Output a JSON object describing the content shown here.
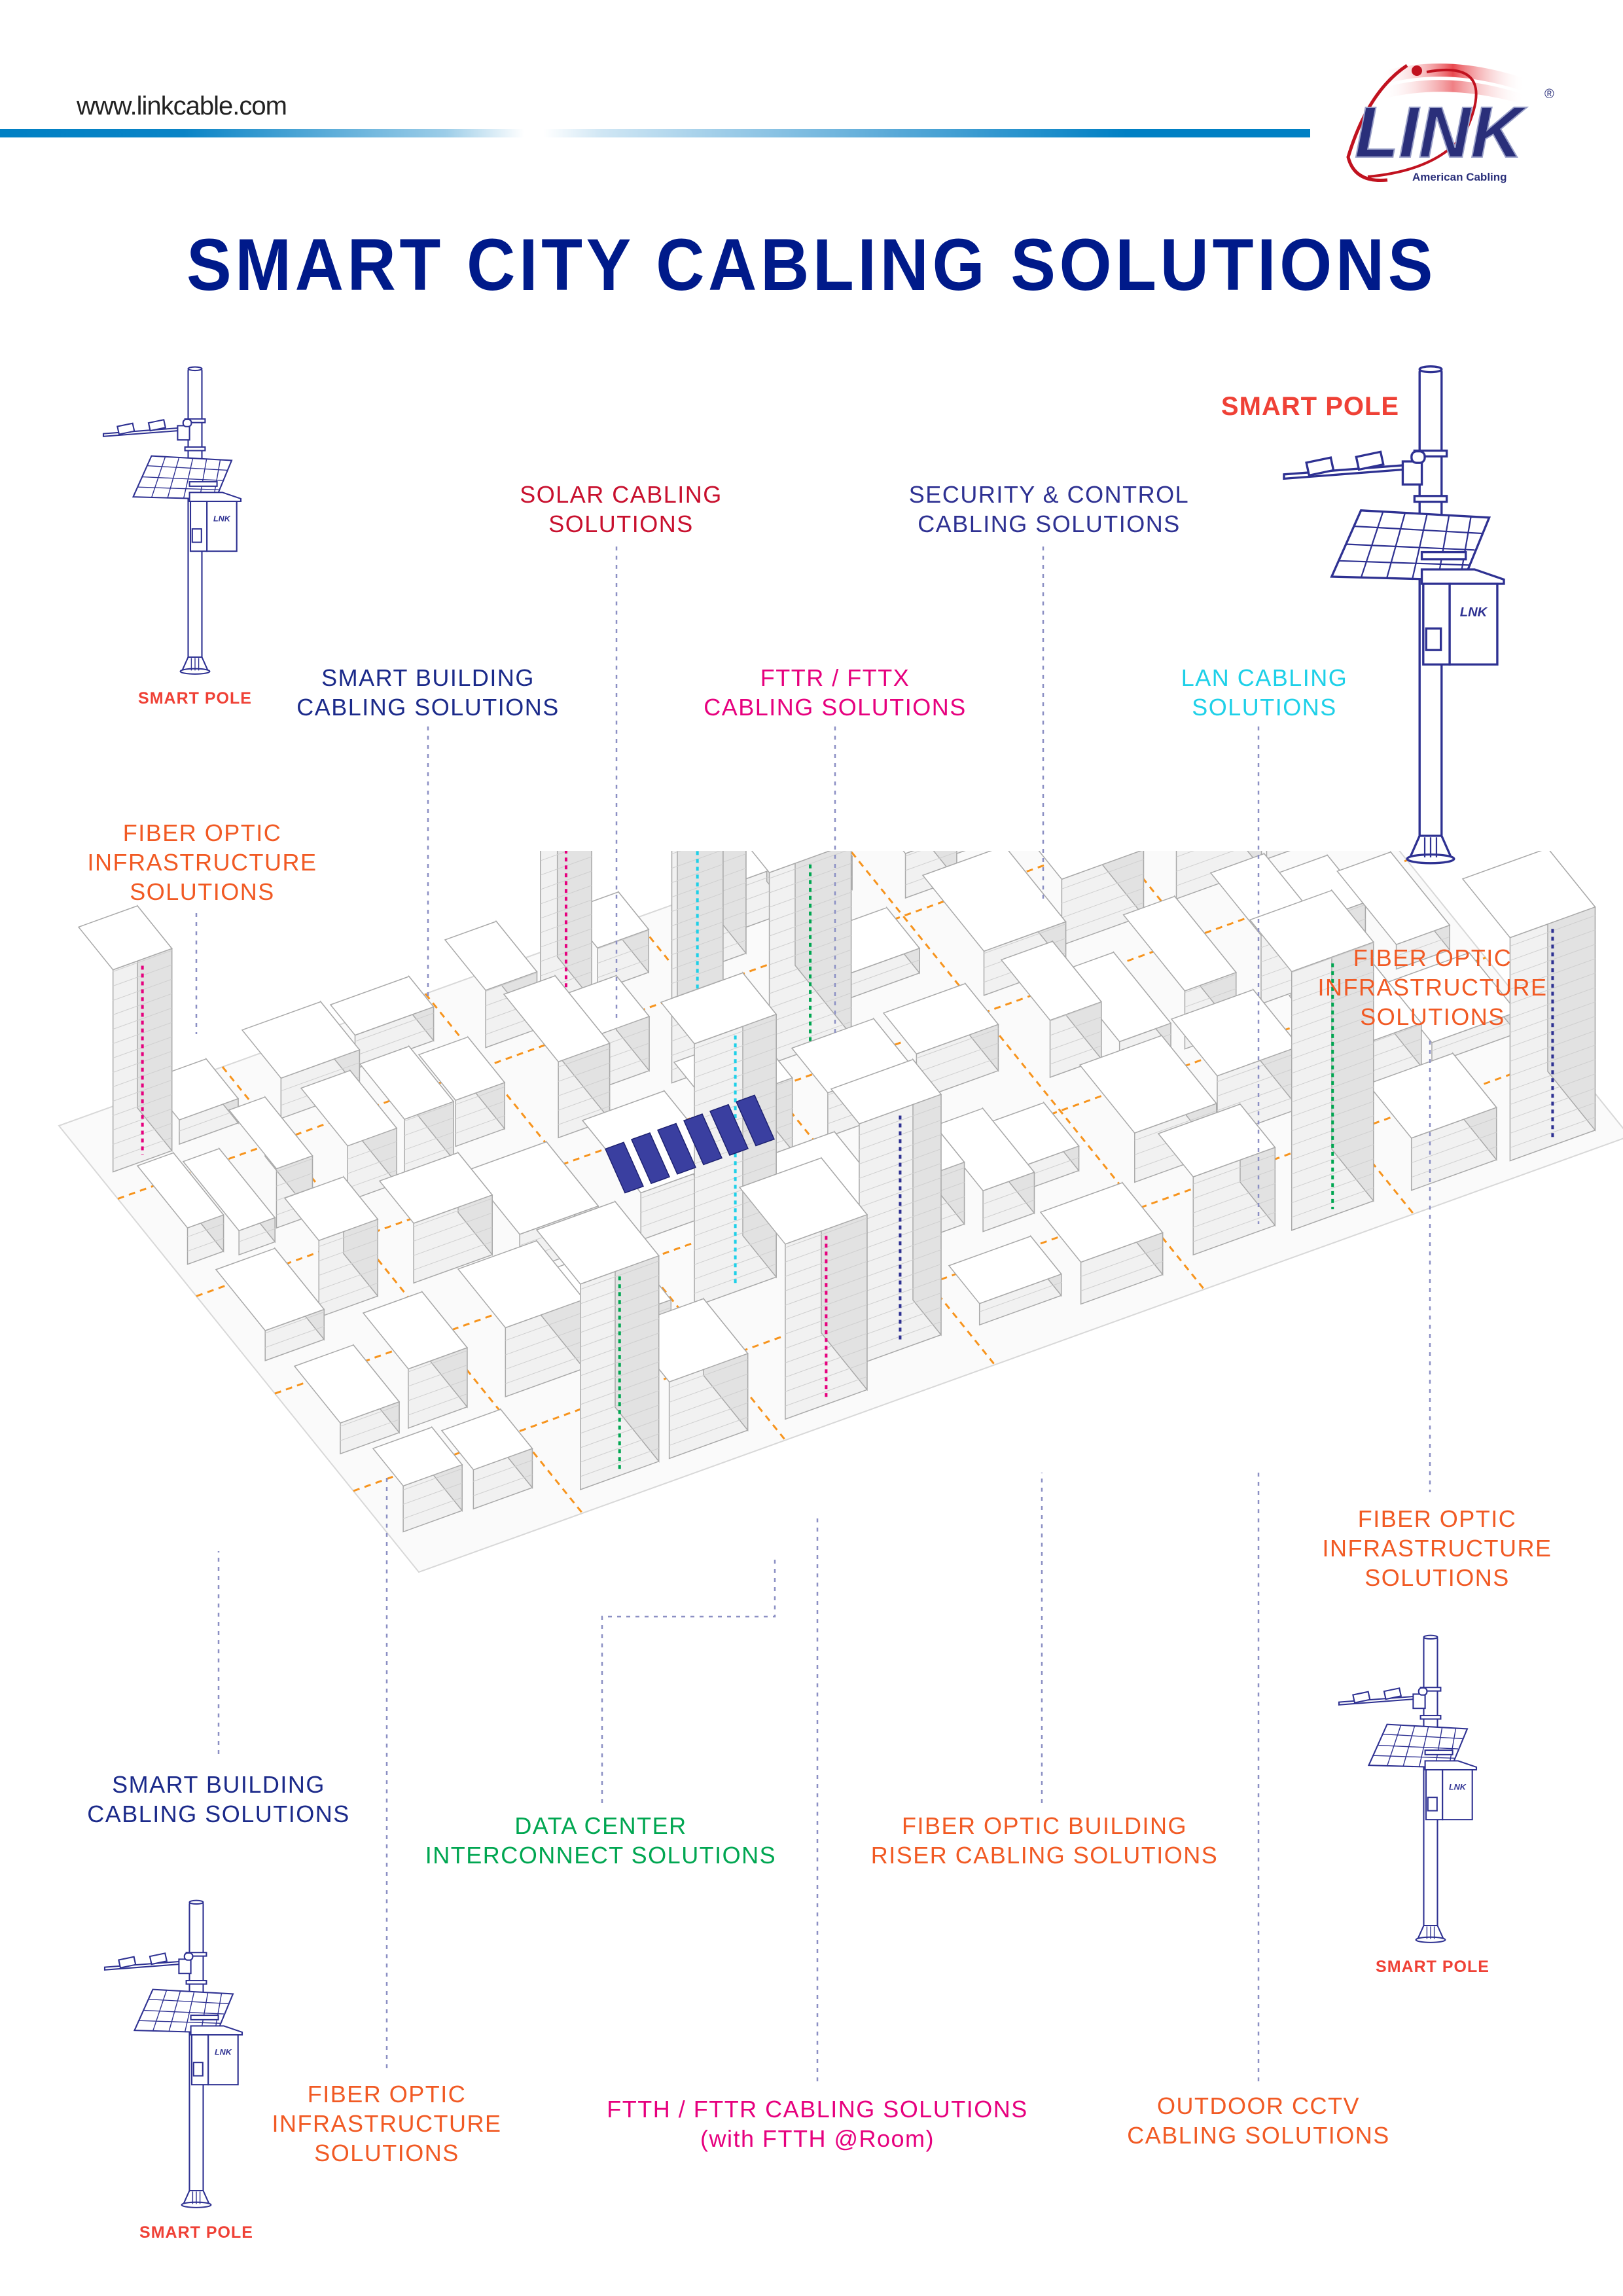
{
  "header": {
    "url": "www.linkcable.com",
    "logo": {
      "brand": "LINK",
      "tagline": "American Cabling",
      "registered": "®"
    }
  },
  "title": "SMART CITY CABLING SOLUTIONS",
  "colors": {
    "navy": "#2e3192",
    "title": "#001a8a",
    "red": "#ef4136",
    "crimson": "#c8102e",
    "orange": "#f15a24",
    "magenta": "#e6007e",
    "cyan": "#1ed0e8",
    "green": "#00a651",
    "road": "#f7941d"
  },
  "labels": {
    "solar": [
      "SOLAR  CABLING",
      "SOLUTIONS"
    ],
    "security": [
      "SECURITY & CONTROL",
      "CABLING SOLUTIONS"
    ],
    "smart_building_top": [
      "SMART  BUILDING",
      "CABLING  SOLUTIONS"
    ],
    "fttr_fttx": [
      "FTTR / FTTX",
      "CABLING SOLUTIONS"
    ],
    "lan": [
      "LAN  CABLING",
      "SOLUTIONS"
    ],
    "fiber_left": [
      "FIBER OPTIC",
      "INFRASTRUCTURE",
      "SOLUTIONS"
    ],
    "fiber_right_1": [
      "FIBER OPTIC",
      "INFRASTRUCTURE",
      "SOLUTIONS"
    ],
    "fiber_right_2": [
      "FIBER OPTIC",
      "INFRASTRUCTURE",
      "SOLUTIONS"
    ],
    "smart_building_bottom": [
      "SMART  BUILDING",
      "CABLING  SOLUTIONS"
    ],
    "data_center": [
      "DATA  CENTER",
      "INTERCONNECT  SOLUTIONS"
    ],
    "riser": [
      "FIBER  OPTIC  BUILDING",
      "RISER  CABLING  SOLUTIONS"
    ],
    "fiber_bottom": [
      "FIBER OPTIC",
      "INFRASTRUCTURE",
      "SOLUTIONS"
    ],
    "ftth": [
      "FTTH / FTTR CABLING SOLUTIONS",
      "(with FTTH @Room)"
    ],
    "cctv": [
      "OUTDOOR  CCTV",
      "CABLING SOLUTIONS"
    ]
  },
  "poles": {
    "top_right": "SMART POLE",
    "top_left": "SMART POLE",
    "bottom_right": "SMART POLE",
    "bottom_left": "SMART POLE"
  }
}
